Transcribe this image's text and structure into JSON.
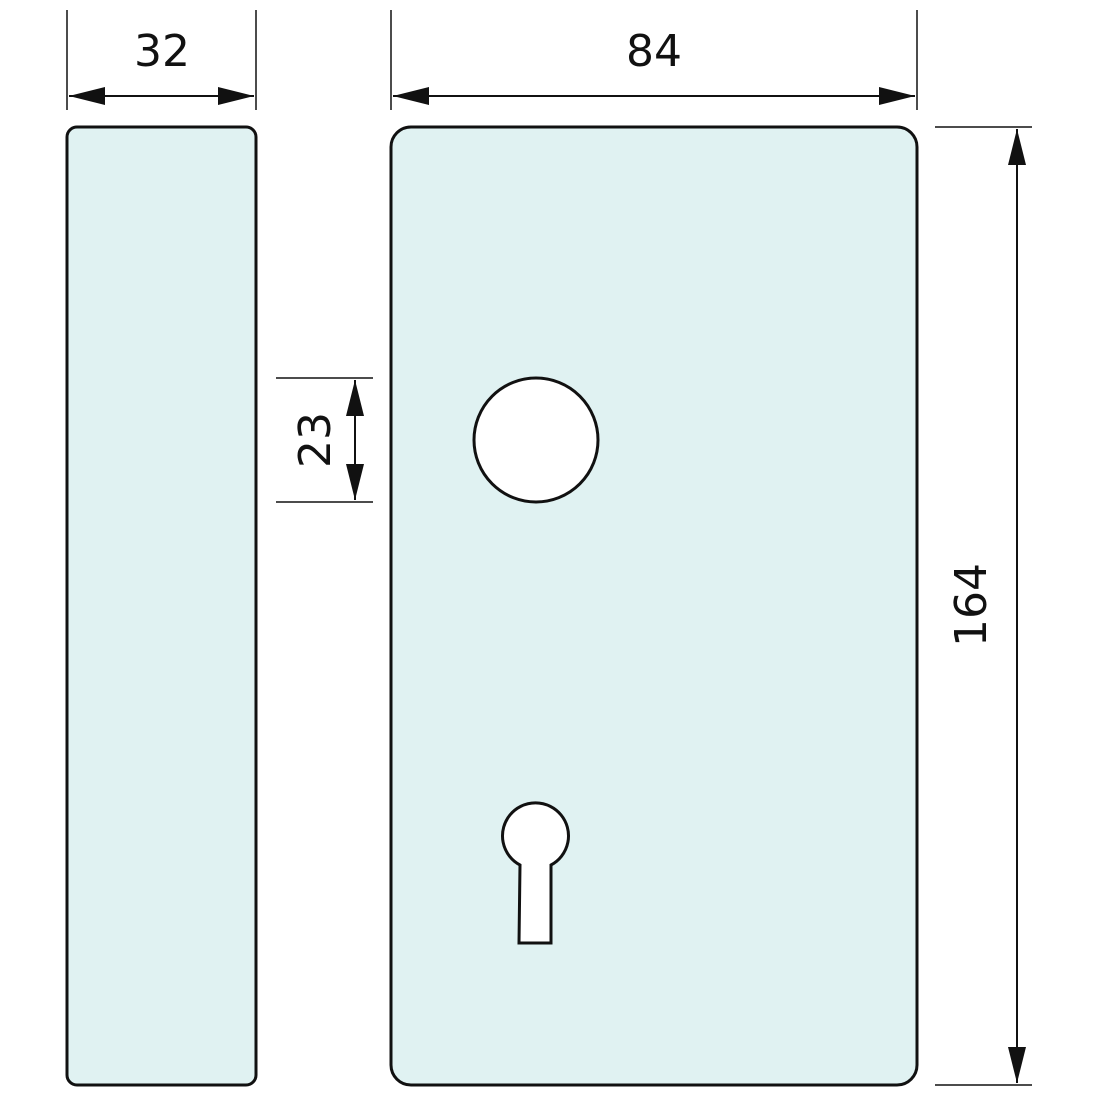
{
  "diagram": {
    "dimensions": {
      "side_width": "32",
      "plate_width": "84",
      "plate_height": "164",
      "hole_offset": "23"
    },
    "colors": {
      "plate_fill": "#e0f2f2",
      "outline": "#111111",
      "hole_fill": "#ffffff"
    }
  }
}
